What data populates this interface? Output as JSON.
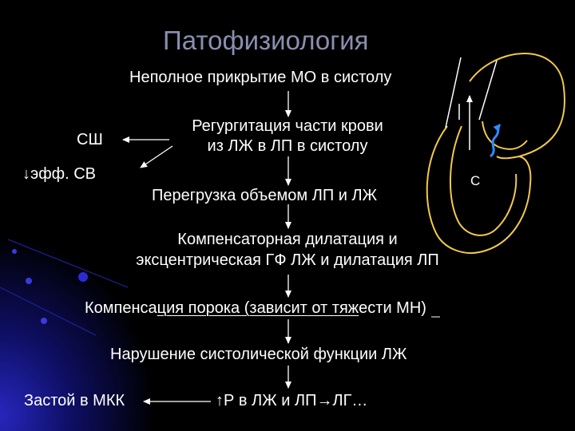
{
  "title": "Патофизиология",
  "steps": {
    "s1": "Неполное прикрытие МО в систолу",
    "s2_line1": "Регургитация части крови",
    "s2_line2": "из ЛЖ в ЛП в систолу",
    "s3": "Перегрузка объемом ЛП и ЛЖ",
    "s4_line1": "Компенсаторная дилатация и",
    "s4_line2": "эксцентрическая ГФ ЛЖ и дилатация ЛП",
    "s5_part1": "Компенса",
    "s5_part2": "ция порока (зависит от тяж",
    "s5_part3": "ести МН)",
    "s6": "Нарушение систолической функции ЛЖ",
    "s7": "↑Р в ЛЖ и ЛП→ЛГ…"
  },
  "side": {
    "sh": "СШ",
    "eff_sv": "↓эфф. СВ",
    "congestion": "Застой в МКК"
  },
  "heart_label": "С",
  "colors": {
    "background": "#000000",
    "title": "#8a8fb0",
    "text": "#ffffff",
    "heart_outline": "#f2c94c",
    "regurgitation_arrow": "#2d8cff",
    "bullet": "#2b2bd6"
  },
  "icons": {
    "heart": "heart-schematic-icon",
    "regurgitation": "blue-wavy-arrow-icon"
  }
}
